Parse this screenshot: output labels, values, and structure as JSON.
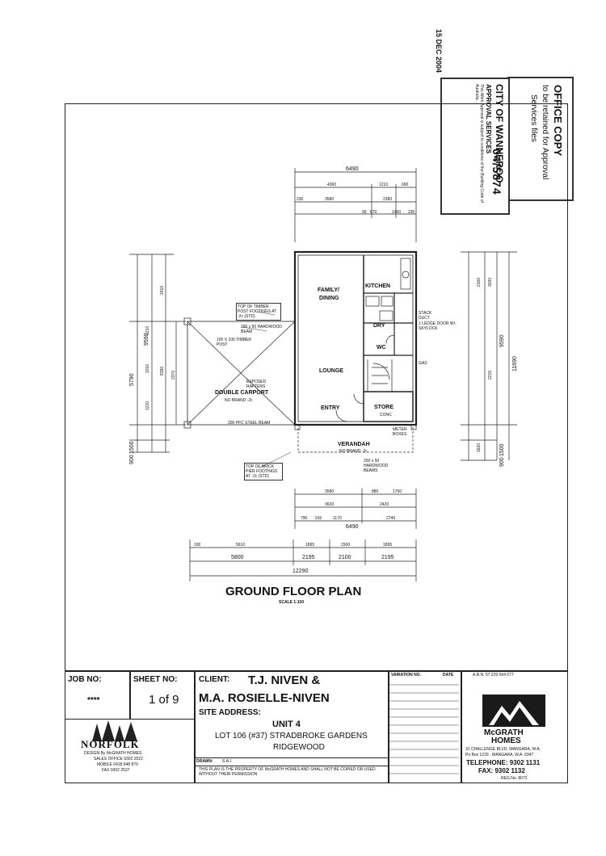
{
  "stamp": {
    "copy_label": "OFFICE COPY",
    "retained_text": "to be retained for Approval",
    "services_text": "Services files",
    "council": "CITY OF WANNEROO",
    "department": "APPROVAL SERVICES",
    "ref_number": "04/5874",
    "date": "15 DEC 2004",
    "conditions": "This Work Approval is subject to conditions of the Building Code of Australia..."
  },
  "plan": {
    "title": "GROUND FLOOR PLAN",
    "scale": "SCALE 1:100",
    "rooms": {
      "family_dining": "FAMILY/\nDINING",
      "family": "FAMILY/",
      "dining": "DINING",
      "kitchen": "KITCHEN",
      "lounge": "LOUNGE",
      "entry": "ENTRY",
      "store": "STORE",
      "store_sub": "CONC",
      "dry": "DRY",
      "wc": "WC",
      "carport": "DOUBLE CARPORT",
      "carport_sub": "NO BRAND -2c",
      "verandah": "VERANDAH",
      "verandah_sub": "NO BRAND -2c"
    },
    "notes": {
      "top_timber": "TOP OF TIMBER POST FOOTINGS AT -2c (STD)",
      "exposed_rafters": "EXPOSED RAFTERS",
      "timber_post": "100 X 100 TIMBER POST",
      "steel_beam": "200 PFC STEEL BEAM",
      "hardwood_beam": "200 x 50 HARDWOOD BEAM",
      "hardwood_beams": "200 x 50 HARDWOOD BEAMS",
      "brick_pier": "TOP OF BRICK PIER FOOTINGS AT -2c (STD)",
      "stack_duct": "STACK DUCT",
      "linen": "1 LEDGE DOOR W/- SKYLOCK",
      "gas": "GAS",
      "meter": "METER BOXES"
    },
    "dims_top": {
      "overall": "6490",
      "sub1": "4360",
      "sub2": "1210",
      "sub3": "690",
      "a": "3580",
      "b": "2380",
      "c": "230",
      "d": "90",
      "e": "670",
      "f": "1400",
      "g": "230"
    },
    "dims_bottom": {
      "overall": "6490",
      "a": "3580",
      "b": "3620",
      "c": "880",
      "d": "2420",
      "e": "2740",
      "f": "790",
      "g": "910",
      "h": "1170",
      "i": "1760",
      "total": "12290",
      "carport": "5800",
      "s1": "2195",
      "s2": "2100",
      "s3": "2195",
      "c1": "190",
      "c2": "5610",
      "c3": "1895",
      "c4": "1500",
      "c5": "1895"
    },
    "dims_left": {
      "overall": "5790",
      "a": "9590",
      "b": "2410",
      "c": "8190",
      "d": "2370",
      "e": "1500",
      "f": "900",
      "g": "1210",
      "h": "1010",
      "i": "1210"
    },
    "dims_right": {
      "overall": "11690",
      "a": "9590",
      "b": "1500",
      "c": "900",
      "d": "2100",
      "e": "3030",
      "f": "2215",
      "g": "1620"
    }
  },
  "title_block": {
    "job_no_label": "JOB NO:",
    "job_no": "****",
    "sheet_no_label": "SHEET NO:",
    "sheet_no": "1 of 9",
    "client_label": "CLIENT:",
    "client_line1": "T.J. NIVEN &",
    "client_line2": "M.A. ROSIELLE-NIVEN",
    "site_label": "SITE ADDRESS:",
    "unit": "UNIT 4",
    "lot": "LOT 106 (#37) STRADBROKE GARDENS",
    "suburb": "RIDGEWOOD",
    "drawn_label": "DRAWN:",
    "drawn_by": "S.A.I.",
    "disclaimer": "THIS PLAN IS THE PROPERTY OF McGRATH HOMES AND SHALL NOT BE COPIED OR USED WITHOUT THEIR PERMISSION",
    "variation_label": "VARIATION NO.",
    "date_label": "DATE",
    "designer_brand": "NORFOLK",
    "designer_sub": "DESIGN By McGRATH HOMES",
    "sales_office": "SALES OFFICE 9302 2522",
    "mobile": "MOBILE 0418 948 870",
    "fax": "FAX 9302 2537",
    "builder_line1": "McGRATH",
    "builder_line2": "HOMES",
    "builder_abn": "A.B.N. 57 229 594 077",
    "builder_address": "31 CHALLENGE BLVD, WANGARA, W.A.",
    "builder_po": "Po Box 1229 , WANGARA, W.A. 6947",
    "telephone": "TELEPHONE: 9302 1131",
    "fax_builder": "FAX: 9302 1132",
    "reg": "REG.No. 8072"
  }
}
